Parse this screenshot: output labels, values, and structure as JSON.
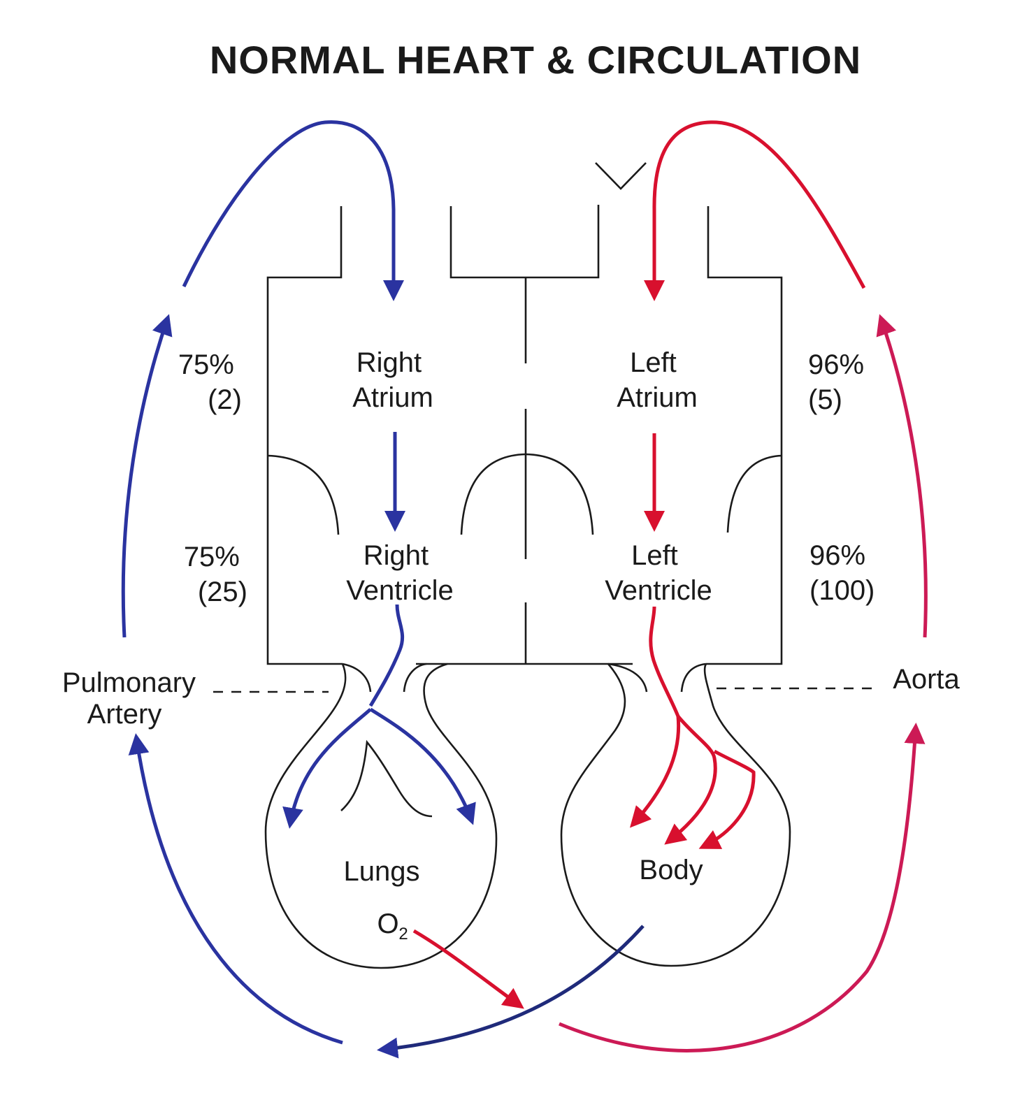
{
  "title": "NORMAL HEART & CIRCULATION",
  "chambers": {
    "right_atrium": [
      "Right",
      "Atrium"
    ],
    "left_atrium": [
      "Left",
      "Atrium"
    ],
    "right_ventricle": [
      "Right",
      "Ventricle"
    ],
    "left_ventricle": [
      "Left",
      "Ventricle"
    ]
  },
  "circuits": {
    "lungs": "Lungs",
    "body": "Body",
    "oxygen": "O",
    "oxygen_sub": "2"
  },
  "vessels": {
    "pulmonary_artery": [
      "Pulmonary",
      "Artery"
    ],
    "aorta": "Aorta"
  },
  "saturations": {
    "right_atrium": {
      "percent": "75%",
      "pressure": "(2)"
    },
    "right_ventricle": {
      "percent": "75%",
      "pressure": "(25)"
    },
    "left_atrium": {
      "percent": "96%",
      "pressure": "(5)"
    },
    "left_ventricle": {
      "percent": "96%",
      "pressure": "(100)"
    }
  },
  "colors": {
    "deoxygenated": "#2a33a0",
    "oxygenated": "#d8102e",
    "aorta_flow": "#cc1a55"
  }
}
